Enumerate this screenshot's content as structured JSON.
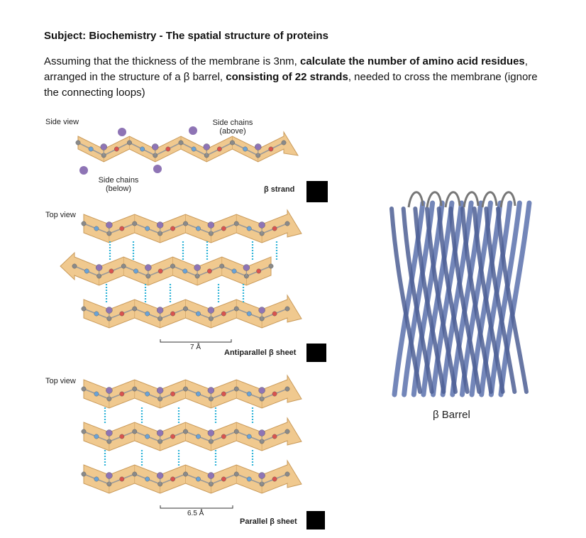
{
  "subject": "Subject: Biochemistry - The spatial structure of proteins",
  "problem": {
    "part1": "Assuming that the thickness of the membrane is 3nm, ",
    "bold1": "calculate the number of amino acid residues",
    "part2": ", arranged in the structure of a β barrel, ",
    "bold2": "consisting of 22 strands",
    "part3": ", needed to cross the membrane (ignore the connecting loops)"
  },
  "figure": {
    "side_view": "Side view",
    "side_chains_above": "Side chains (above)",
    "side_chains_below": "Side chains (below)",
    "beta_strand": "β strand",
    "top_view_1": "Top view",
    "scale_7": "7 Å",
    "antiparallel": "Antiparallel β sheet",
    "top_view_2": "Top view",
    "scale_65": "6.5 Å",
    "parallel": "Parallel β sheet",
    "barrel": "β Barrel"
  },
  "colors": {
    "sheet": "#f0c98f",
    "sheet_edge": "#c99a5a",
    "atom_gray": "#8a8a8a",
    "atom_purple": "#8e74b5",
    "atom_blue": "#6aa3d8",
    "atom_red": "#d9534f",
    "hbond": "#2fb3d8",
    "barrel": "#6b7fb5"
  }
}
